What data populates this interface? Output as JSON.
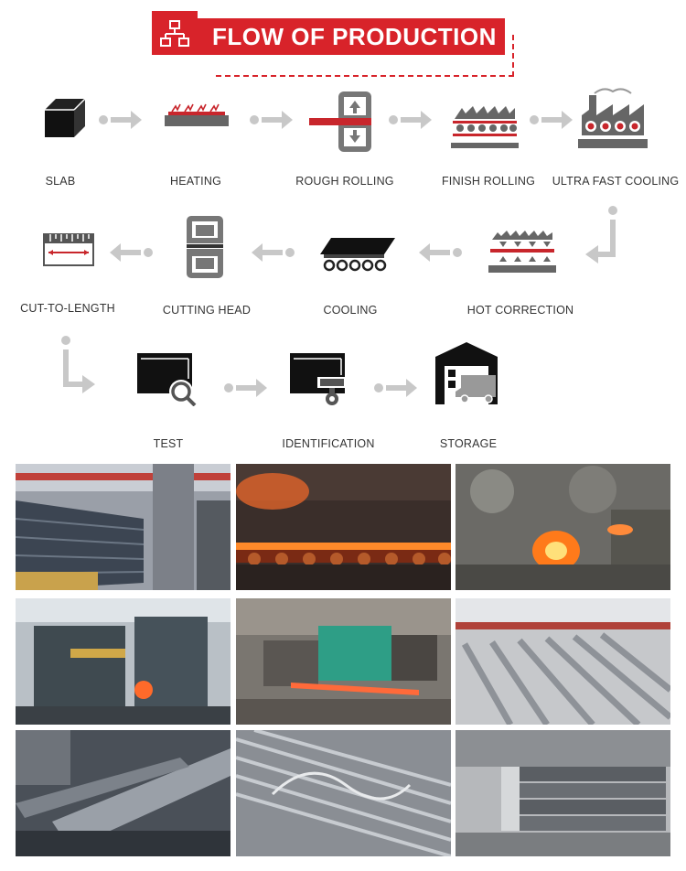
{
  "banner": {
    "title": "FLOW OF PRODUCTION",
    "icon": "flowchart-icon"
  },
  "steps": [
    {
      "label": "SLAB",
      "icon": "slab-icon"
    },
    {
      "label": "HEATING",
      "icon": "heating-icon"
    },
    {
      "label": "ROUGH ROLLING",
      "icon": "rough-rolling-icon"
    },
    {
      "label": "FINISH ROLLING",
      "icon": "finish-rolling-icon"
    },
    {
      "label": "ULTRA FAST COOLING",
      "icon": "factory-cooling-icon"
    },
    {
      "label": "HOT CORRECTION",
      "icon": "hot-correction-icon"
    },
    {
      "label": "COOLING",
      "icon": "cooling-bed-icon"
    },
    {
      "label": "CUTTING HEAD",
      "icon": "cutting-head-icon"
    },
    {
      "label": "CUT-TO-LENGTH",
      "icon": "ruler-icon"
    },
    {
      "label": "TEST",
      "icon": "test-magnifier-icon"
    },
    {
      "label": "IDENTIFICATION",
      "icon": "identification-icon"
    },
    {
      "label": "STORAGE",
      "icon": "warehouse-truck-icon"
    }
  ],
  "colors": {
    "accent": "#d8232a",
    "icon_dark": "#222222",
    "arrow": "#c8c8c8"
  },
  "photos": [
    {
      "name": "slab-yard-photo"
    },
    {
      "name": "heating-furnace-photo"
    },
    {
      "name": "rolling-mill-sparks-photo"
    },
    {
      "name": "mill-stand-photo"
    },
    {
      "name": "green-machine-photo"
    },
    {
      "name": "cooling-bed-photo"
    },
    {
      "name": "steel-bars-photo"
    },
    {
      "name": "bundled-bars-photo"
    },
    {
      "name": "storage-stacks-photo"
    }
  ]
}
